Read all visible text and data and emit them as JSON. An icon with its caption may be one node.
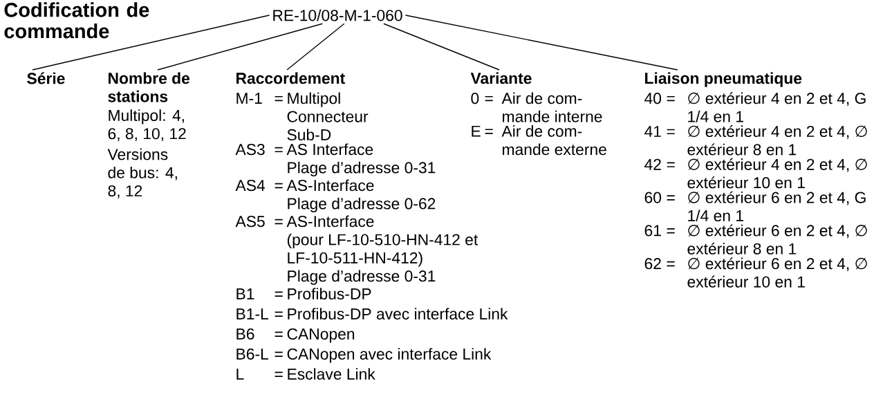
{
  "diagram": {
    "title": "Codification de commande",
    "nodes": [
      {
        "text": [
          "RE-10/08-M-1-060"
        ]
      },
      {
        "text": [
          "Série"
        ]
      },
      {
        "text": [
          "Nombre de stations",
          "Multipol: 4, 6, 8, 10, 12",
          "Versions de bus: 4, 8, 12"
        ]
      },
      {
        "text": [
          "Raccordement",
          "M-1",
          "=",
          "Multipol",
          "Connecteur Sub-D",
          "AS3",
          "=",
          "AS Interface",
          "Plage d’adresse 0-31",
          "AS4",
          "=",
          "AS-Interface",
          "Plage d’adresse 0-62",
          "AS5",
          "=",
          "AS-Interface",
          "(pour LF-10-510-HN-412 et LF-10-511-HN-412)",
          "Plage d’adresse 0-31",
          "B1",
          "=",
          "Profibus-DP",
          "B1-L",
          "=",
          "Profibus-DP avec interface Link",
          "B6",
          "=",
          "CANopen",
          "B6-L",
          "=",
          "CANopen avec interface Link",
          "L",
          "=",
          "Esclave Link"
        ]
      },
      {
        "text": [
          "Variante",
          "0",
          "=",
          "Air de com- mande interne",
          "E",
          "=",
          "Air de com- mande externe"
        ]
      },
      {
        "text": [
          "Liaison pneumatique",
          "40",
          "=",
          "∅ extérieur 4 en 2 et 4, G 1/4 en 1",
          "41",
          "=",
          "∅ extérieur 4 en 2 et 4, ∅ extérieur 8 en 1",
          "42",
          "=",
          "∅ extérieur 4 en 2 et 4, ∅ extérieur 10 en 1",
          "60",
          "=",
          "∅ extérieur 6 en 2 et 4, G 1/4 en 1",
          "61",
          "=",
          "∅ extérieur 6 en 2 et 4, ∅ extérieur 8 en 1",
          "62",
          "=",
          "∅ extérieur 6 en 2 et 4, ∅ extérieur 10 en 1"
        ]
      }
    ],
    "edges": [
      {
        "from": 0,
        "to": 1,
        "arrow": "none"
      },
      {
        "from": 0,
        "to": 2,
        "arrow": "none"
      },
      {
        "from": 0,
        "to": 3,
        "arrow": "none"
      },
      {
        "from": 0,
        "to": 4,
        "arrow": "none"
      },
      {
        "from": 0,
        "to": 5,
        "arrow": "none"
      }
    ]
  }
}
